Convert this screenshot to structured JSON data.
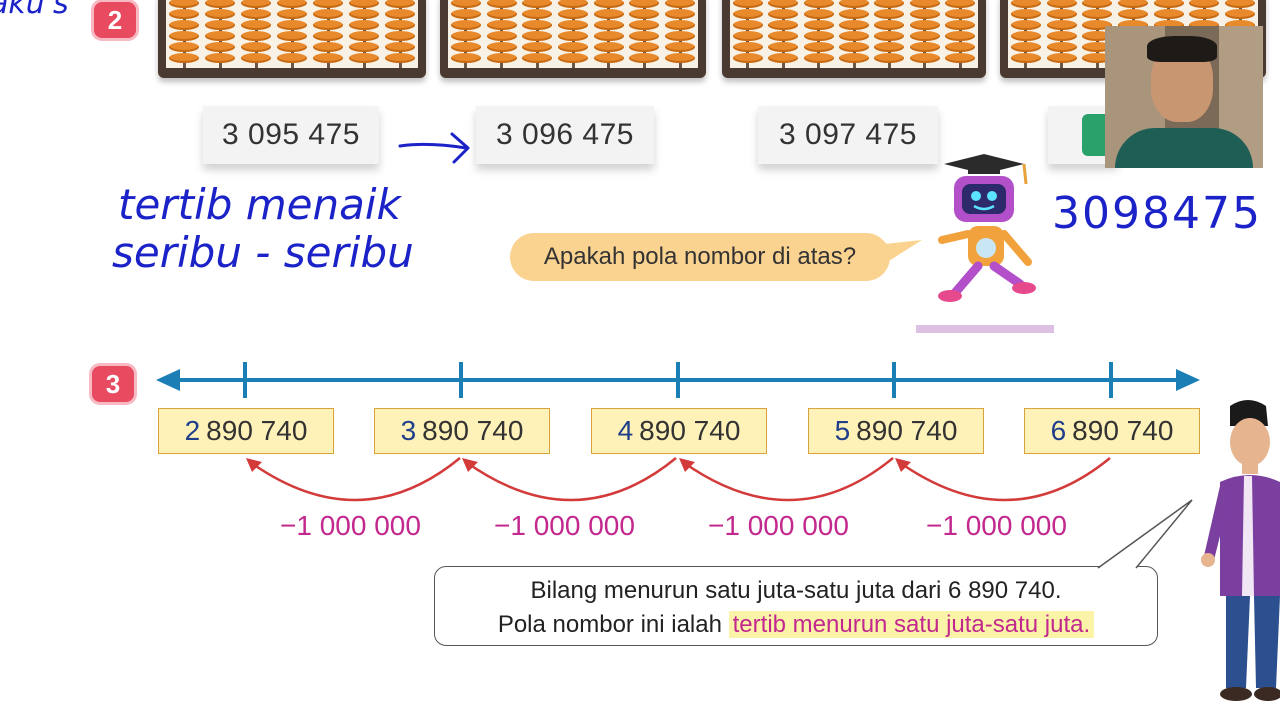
{
  "section2": {
    "badge": "2",
    "cards": [
      "3 095 475",
      "3 096 475",
      "3 097 475",
      ""
    ],
    "handwriting": {
      "corner": "aku's",
      "line1": "tertib menaik",
      "line2": "seribu - seribu",
      "answer": "3098475"
    },
    "question": "Apakah pola nombor di atas?"
  },
  "section3": {
    "badge": "3",
    "numbers": [
      {
        "lead": "2",
        "rest": "890 740"
      },
      {
        "lead": "3",
        "rest": "890 740"
      },
      {
        "lead": "4",
        "rest": "890 740"
      },
      {
        "lead": "5",
        "rest": "890 740"
      },
      {
        "lead": "6",
        "rest": "890 740"
      }
    ],
    "steps": [
      "−1 000 000",
      "−1 000 000",
      "−1 000 000",
      "−1 000 000"
    ],
    "explanation": {
      "line1": "Bilang menurun satu juta-satu juta dari 6 890 740.",
      "line2_prefix": "Pola nombor ini ialah ",
      "line2_highlight": "tertib menurun satu juta-satu juta."
    }
  },
  "colors": {
    "accent_blue": "#1b7fb5",
    "arrow_red": "#d33a3a",
    "minus_pink": "#c2288e",
    "badge_red": "#e84a5f",
    "box_yellow": "#fff2b8",
    "bubble_orange": "#fbd390",
    "ink_blue": "#1a22c8"
  }
}
